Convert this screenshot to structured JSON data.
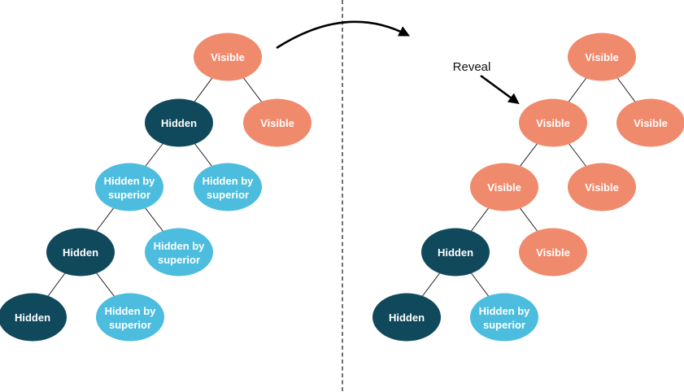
{
  "colors": {
    "visible": "#F08A6C",
    "hidden": "#10495C",
    "hidden_by_superior": "#4CBDDE",
    "label_text": "#FFFFFF",
    "edge": "#1F1F1F",
    "arrow": "#000000"
  },
  "annotation": {
    "reveal_label": "Reveal"
  },
  "trees": {
    "left": {
      "nodes": [
        {
          "state": "visible",
          "lines": [
            "Visible"
          ]
        },
        {
          "state": "hidden",
          "lines": [
            "Hidden"
          ]
        },
        {
          "state": "visible",
          "lines": [
            "Visible"
          ]
        },
        {
          "state": "hidden_by_superior",
          "lines": [
            "Hidden by",
            "superior"
          ]
        },
        {
          "state": "hidden_by_superior",
          "lines": [
            "Hidden by",
            "superior"
          ]
        },
        {
          "state": "hidden",
          "lines": [
            "Hidden"
          ]
        },
        {
          "state": "hidden_by_superior",
          "lines": [
            "Hidden by",
            "superior"
          ]
        },
        {
          "state": "hidden",
          "lines": [
            "Hidden"
          ]
        },
        {
          "state": "hidden_by_superior",
          "lines": [
            "Hidden by",
            "superior"
          ]
        }
      ]
    },
    "right": {
      "nodes": [
        {
          "state": "visible",
          "lines": [
            "Visible"
          ]
        },
        {
          "state": "visible",
          "lines": [
            "Visible"
          ]
        },
        {
          "state": "visible",
          "lines": [
            "Visible"
          ]
        },
        {
          "state": "visible",
          "lines": [
            "Visible"
          ]
        },
        {
          "state": "visible",
          "lines": [
            "Visible"
          ]
        },
        {
          "state": "hidden",
          "lines": [
            "Hidden"
          ]
        },
        {
          "state": "visible",
          "lines": [
            "Visible"
          ]
        },
        {
          "state": "hidden",
          "lines": [
            "Hidden"
          ]
        },
        {
          "state": "hidden_by_superior",
          "lines": [
            "Hidden by",
            "superior"
          ]
        }
      ]
    }
  }
}
